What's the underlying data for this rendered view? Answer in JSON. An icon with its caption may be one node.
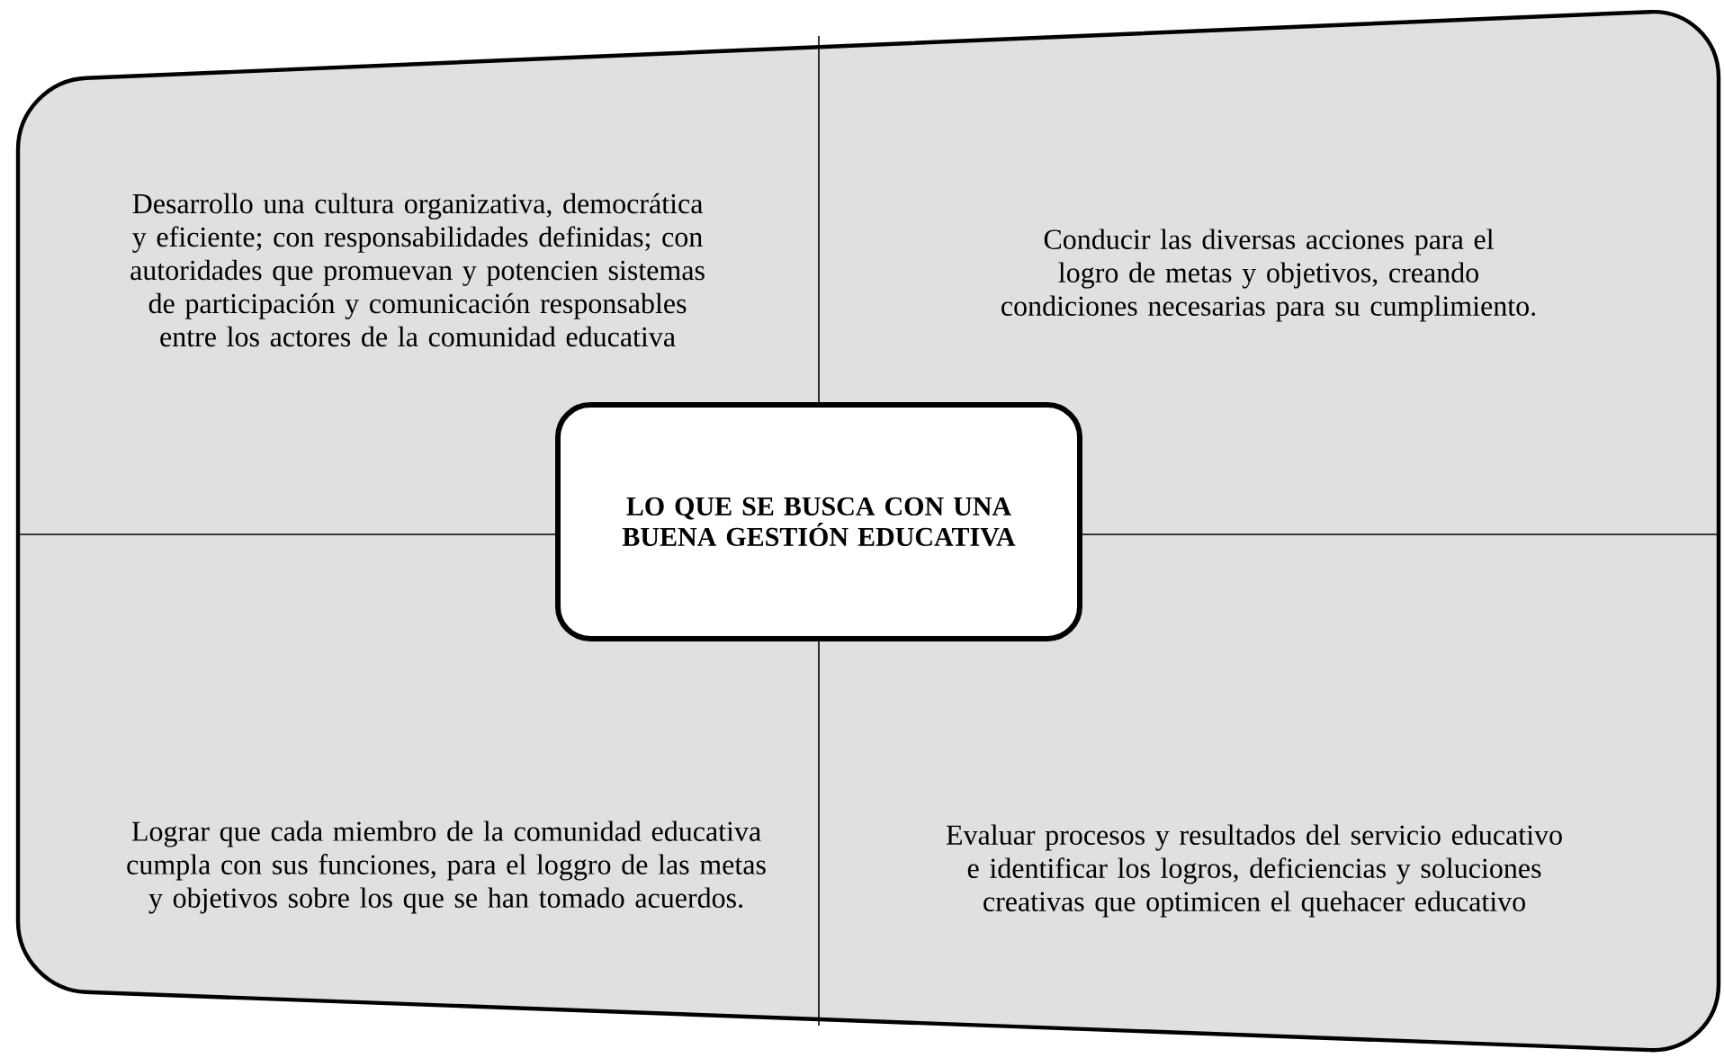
{
  "diagram": {
    "nodes": [
      {
        "text": [
          "Desarrollo una cultura organizativa, democrática y eficiente; con responsabilidades definidas; con autoridades que promuevan y potencien sistemas de participación y comunicación responsables entre los actores de la comunidad educativa",
          "Conducir las diversas acciones para el logro de metas y objetivos, creando condiciones necesarias para su cumplimiento.",
          "Lograr que cada miembro de la comunidad educativa cumpla con sus funciones, para el loggro de las metas y objetivos sobre los que se han tomado acuerdos.",
          "Evaluar procesos y resultados del servicio educativo e identificar los logros, deficiencias y soluciones creativas que optimicen el quehacer educativo"
        ]
      },
      {
        "text": [
          "LO QUE SE BUSCA CON UNA BUENA GESTIÓN EDUCATIVA"
        ],
        "in": 0
      }
    ]
  }
}
